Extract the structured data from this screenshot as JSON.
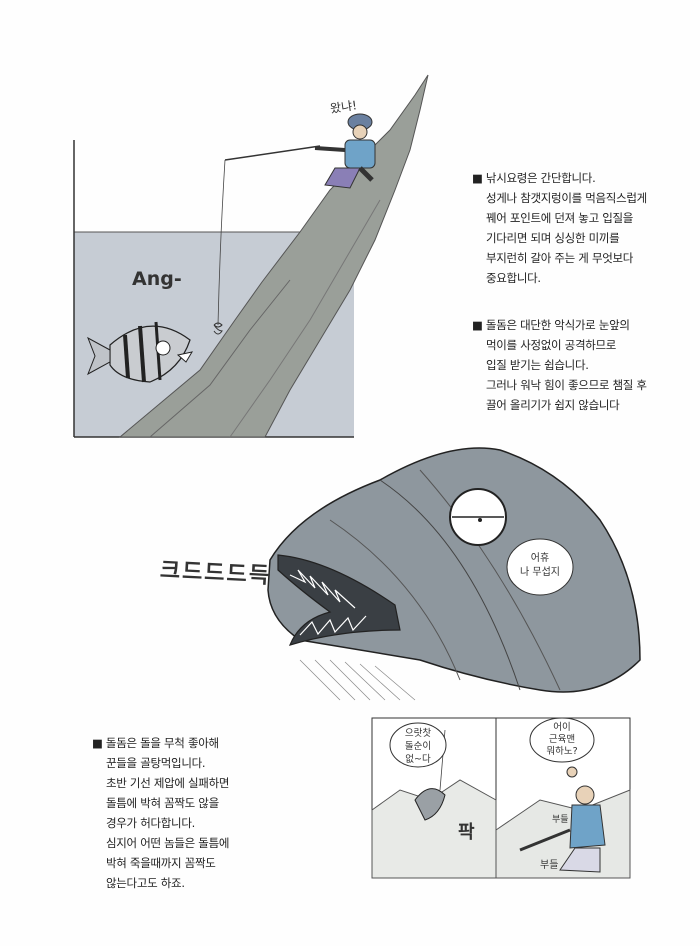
{
  "panel1": {
    "exclaim": "왔냐!",
    "sound": "Ang-"
  },
  "text_block_1": {
    "lines": [
      "■ 낚시요령은 간단합니다.",
      "성게나 참갯지렁이를 먹음직스럽게",
      "꿰어 포인트에 던져 놓고 입질을",
      "기다리면 되며 싱싱한 미끼를",
      "부지런히 갈아 주는 게 무엇보다",
      "중요합니다."
    ]
  },
  "text_block_2": {
    "lines": [
      "■ 돌돔은 대단한 악식가로 눈앞의",
      "먹이를 사정없이 공격하므로",
      "입질 받기는 쉽습니다.",
      "그러나 워낙 힘이 좋으므로 챔질 후",
      "끌어 올리기가 쉽지 않습니다"
    ]
  },
  "big_fish": {
    "sound": "크드드드득",
    "speech": [
      "어휴",
      "나 무섭지"
    ]
  },
  "text_block_3": {
    "lines": [
      "■ 돌돔은 돌을 무척 좋아해",
      "꾼들을 골탕먹입니다.",
      "초반 기선 제압에 실패하면",
      "돌틈에 박혀 꼼짝도 않을",
      "경우가 허다합니다.",
      "심지어 어떤 놈들은 돌틈에",
      "박혀 죽을때까지 꼼짝도",
      "않는다고도 하죠."
    ]
  },
  "comic_left": {
    "speech": [
      "으랏찻",
      "돌순이",
      "없~다"
    ],
    "sound": "팍"
  },
  "comic_right": {
    "speech": [
      "어이",
      "근육맨",
      "뭐하노?"
    ],
    "sound1": "부들",
    "sound2": "부들"
  }
}
